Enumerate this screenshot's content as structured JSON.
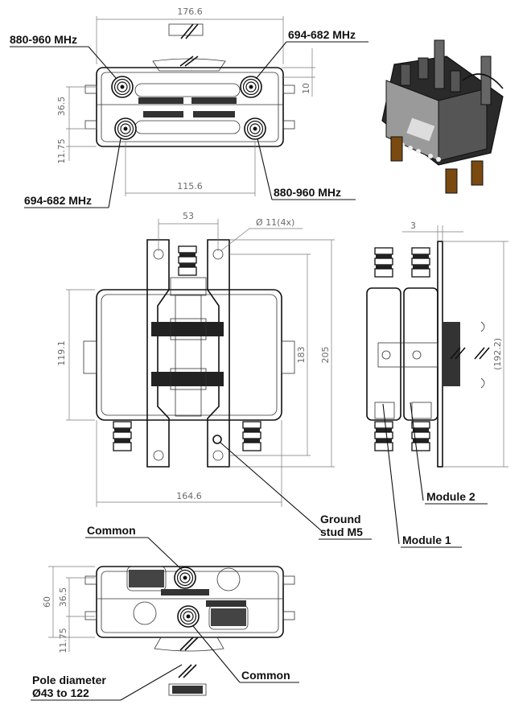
{
  "views": {
    "top": {
      "dims": {
        "width": "176.6",
        "depth_1": "36.5",
        "depth_2": "11.75",
        "right_offset": "10",
        "connector_spacing": "115.6"
      },
      "labels": {
        "top_left": "880-960 MHz",
        "top_right": "694-682 MHz",
        "bottom_left": "694-682 MHz",
        "bottom_right": "880-960 MHz"
      }
    },
    "front": {
      "dims": {
        "bracket_width": "53",
        "hole": "Ø 11(4x)",
        "height_inner": "119.1",
        "hole_spacing": "183",
        "total_height": "205",
        "width": "164.6"
      },
      "labels": {
        "ground_line1": "Ground",
        "ground_line2": "stud M5"
      }
    },
    "side": {
      "dims": {
        "plate": "3",
        "height": "(192.2)"
      },
      "labels": {
        "module2": "Module 2",
        "module1": "Module 1"
      }
    },
    "bottom": {
      "dims": {
        "height": "60",
        "depth_1": "36.5",
        "depth_2": "11.75"
      },
      "labels": {
        "common_top": "Common",
        "common_bottom": "Common",
        "pole_line1": "Pole diameter",
        "pole_line2": "Ø43 to 122"
      }
    }
  }
}
